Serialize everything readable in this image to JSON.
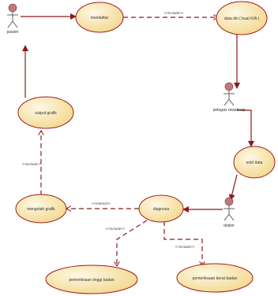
{
  "colors": {
    "line": "#8b1a1a",
    "usecase_fill_light": "#fdf8e4",
    "usecase_fill_dark": "#f3d88f",
    "usecase_stroke": "#a01c1c",
    "actor_head": "#c07a7a"
  },
  "actors": {
    "pasien": "pasien",
    "petugas": "petugas rawatinap",
    "dokter": "dokter"
  },
  "usecases": {
    "mendaftar": "mendaftar",
    "data_diri": "data diri ( buat KIA )",
    "entri_data": "entri data",
    "diagnosa": "diagnosa",
    "mengolah_grafik": "mengolah grafik",
    "output_grafik": "output grafik",
    "pemeriksaan_tinggi": "pemeriksaan tinggi badan",
    "pemeriksaan_berat": "pemeriksaan berat badan"
  },
  "stereotypes": {
    "include_daftar": "<<include>>",
    "extend_diagnosa": "<<extend>>",
    "include_tinggi": "<<include>>",
    "include_berat": "<<include>>",
    "include_output": "<<include>>"
  }
}
